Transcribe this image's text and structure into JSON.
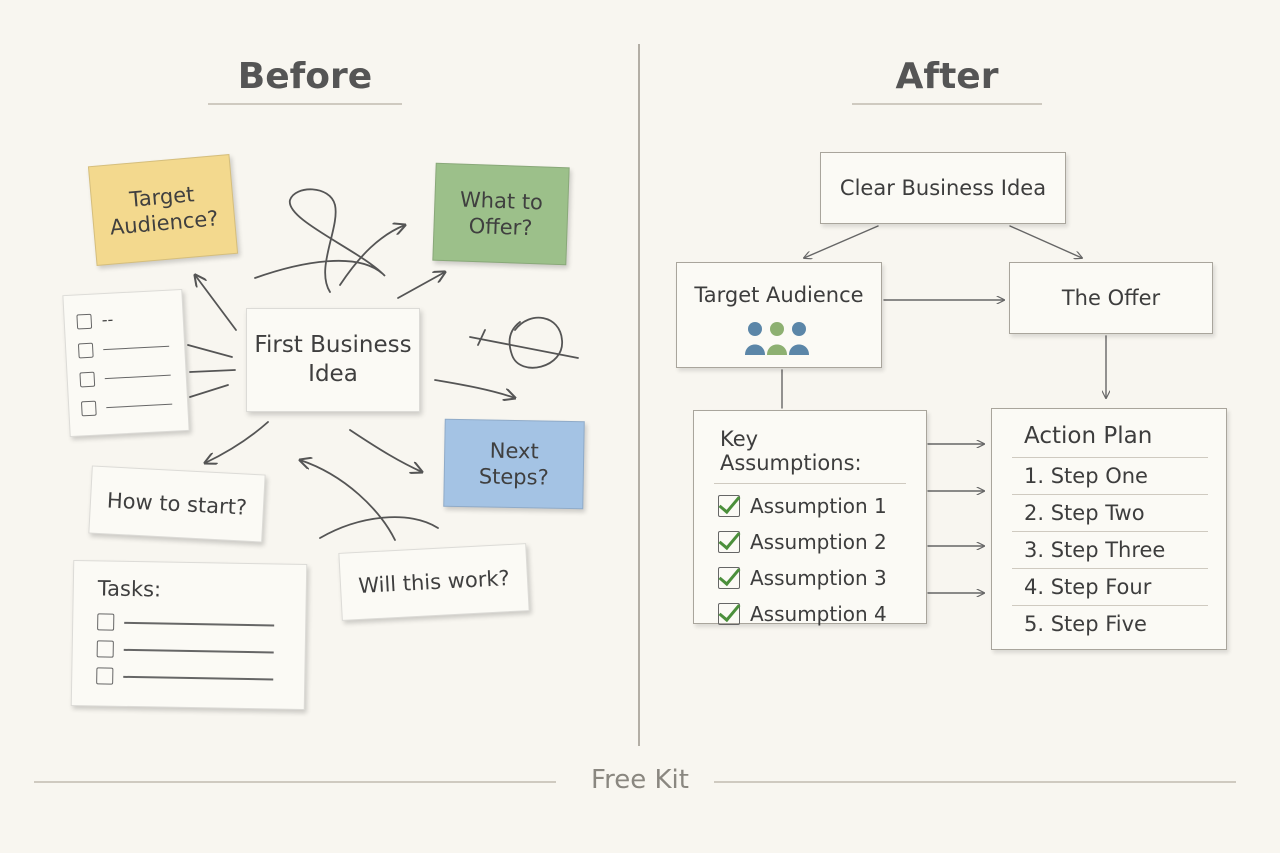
{
  "before": {
    "heading": "Before",
    "notes": {
      "target_audience": "Target Audience?",
      "what_to_offer": "What to Offer?",
      "first_idea": "First Business Idea",
      "next_steps": "Next Steps?",
      "how_to_start": "How to start?",
      "will_this_work": "Will this work?",
      "tasks_title": "Tasks:",
      "checklist_first": "--"
    }
  },
  "after": {
    "heading": "After",
    "clear_idea": "Clear Business Idea",
    "target_audience": "Target Audience",
    "offer": "The Offer",
    "assumptions": {
      "title": "Key Assumptions:",
      "items": [
        "Assumption 1",
        "Assumption 2",
        "Assumption 3",
        "Assumption 4"
      ]
    },
    "action_plan": {
      "title": "Action Plan",
      "steps": [
        "1. Step One",
        "2. Step Two",
        "3. Step Three",
        "4. Step Four",
        "5. Step Five"
      ]
    }
  },
  "footer": "Free Kit",
  "colors": {
    "yellow_note": "#f3d98e",
    "green_note": "#9cc08a",
    "blue_note": "#a4c3e4",
    "people_blue": "#5b86a8",
    "people_green": "#8db071",
    "check_green": "#4b8f3b"
  },
  "icons": [
    "people-icon",
    "checkmark-icon",
    "checkbox-icon"
  ]
}
